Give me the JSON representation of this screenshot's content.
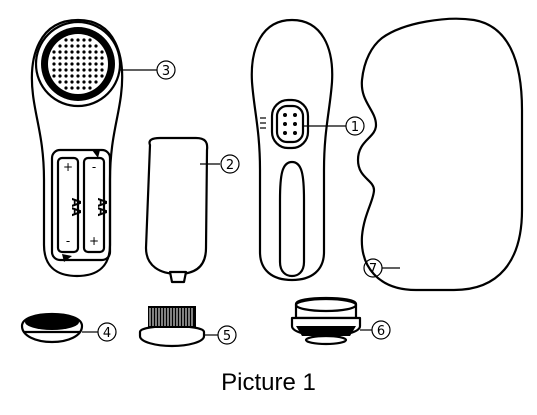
{
  "caption": "Picture 1",
  "callouts": [
    {
      "id": "1",
      "symbol": "①"
    },
    {
      "id": "2",
      "symbol": "②"
    },
    {
      "id": "3",
      "symbol": "③"
    },
    {
      "id": "4",
      "symbol": "④"
    },
    {
      "id": "5",
      "symbol": "⑤"
    },
    {
      "id": "6",
      "symbol": "⑥"
    },
    {
      "id": "7",
      "symbol": "⑦"
    }
  ],
  "battery_labels": {
    "left": {
      "type": "AA",
      "top_sign": "+",
      "bottom_sign": "-"
    },
    "right": {
      "type": "AA",
      "top_sign": "-",
      "bottom_sign": "+"
    }
  }
}
